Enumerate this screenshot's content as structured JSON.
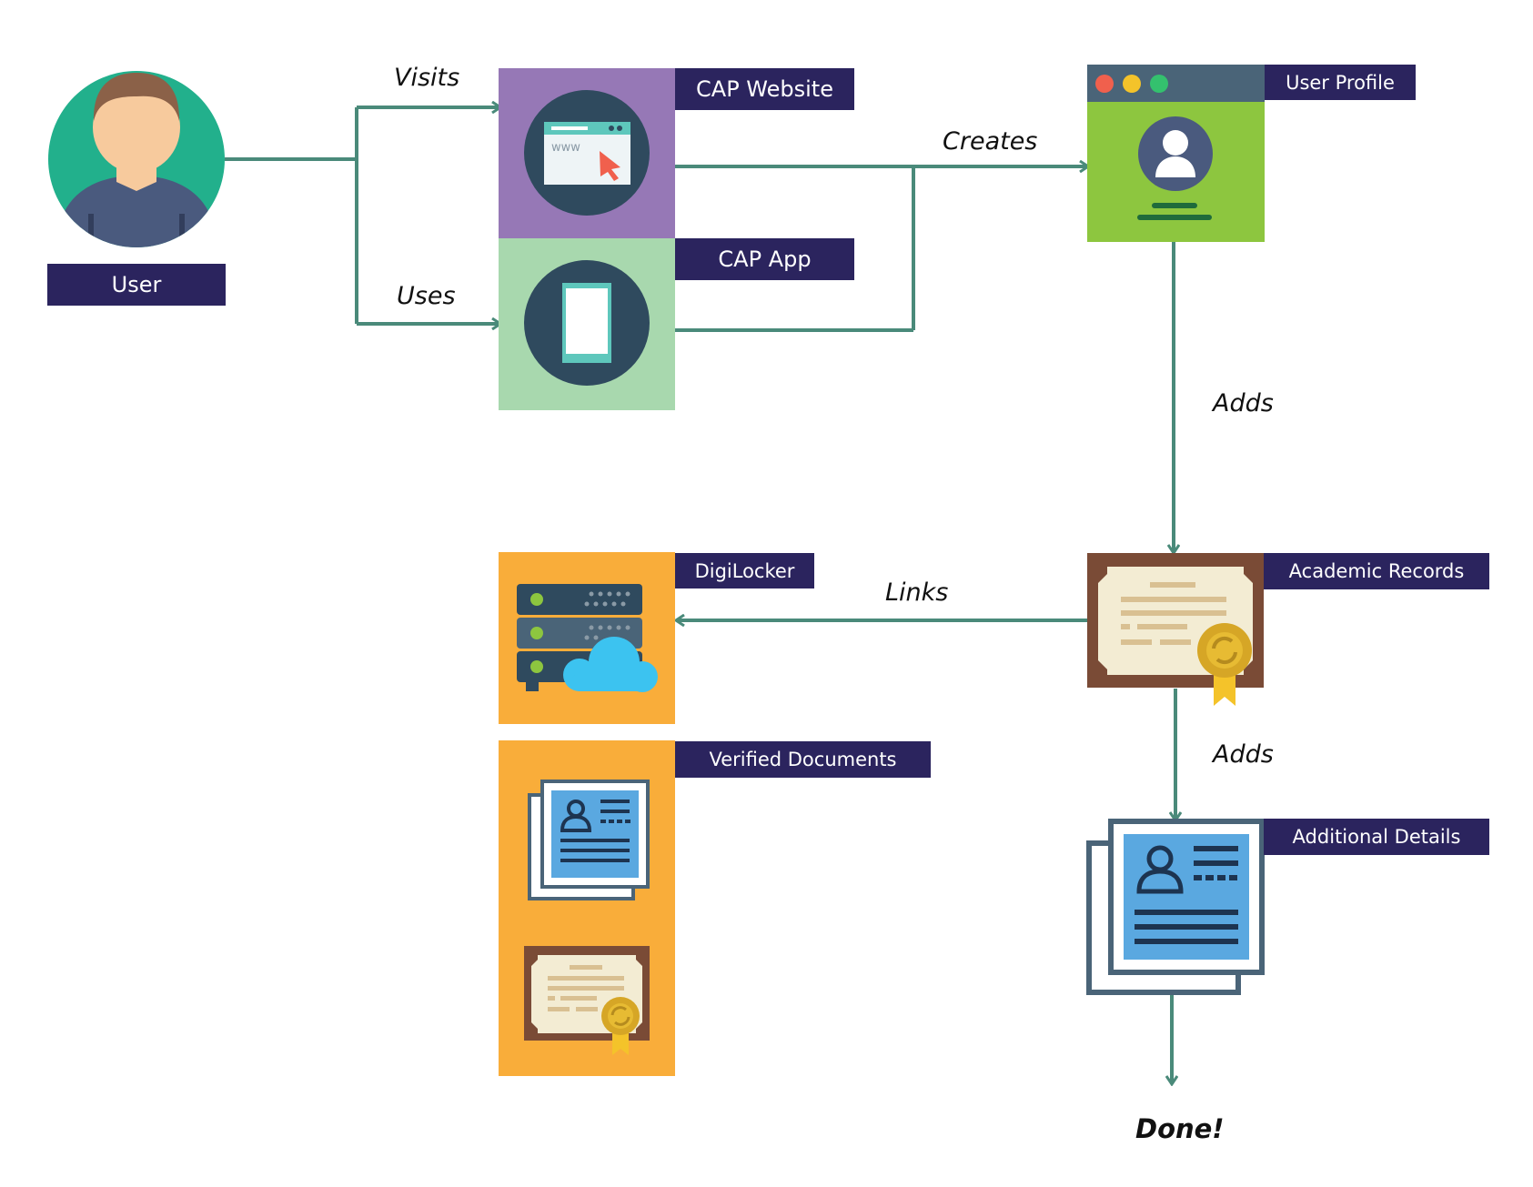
{
  "nodes": {
    "user": {
      "label": "User"
    },
    "cap_website": {
      "label": "CAP Website"
    },
    "cap_app": {
      "label": "CAP App"
    },
    "user_profile": {
      "label": "User Profile"
    },
    "academic_records": {
      "label": "Academic Records"
    },
    "digilocker": {
      "label": "DigiLocker"
    },
    "verified_documents": {
      "label": "Verified Documents"
    },
    "additional_details": {
      "label": "Additional Details"
    }
  },
  "edges": {
    "visits": "Visits",
    "uses": "Uses",
    "creates": "Creates",
    "adds_records": "Adds",
    "links": "Links",
    "adds_details": "Adds"
  },
  "end_label": "Done!",
  "colors": {
    "connector": "#4a8a7a",
    "label_bg": "#2b245e",
    "website_bg": "#9678b6",
    "app_bg": "#a8d8ae",
    "profile_bg": "#8dc63f",
    "orange_bg": "#f9ad3a",
    "user_circle": "#22b08c",
    "dark_icon": "#2f4a5e"
  }
}
